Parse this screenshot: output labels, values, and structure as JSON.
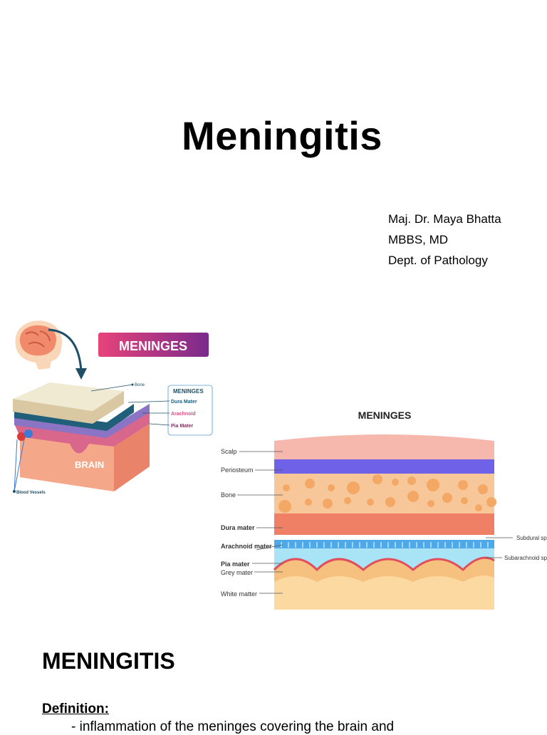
{
  "slide": {
    "title": "Meningitis",
    "author": {
      "name": "Maj. Dr. Maya Bhatta",
      "degrees": "MBBS, MD",
      "department": "Dept. of Pathology"
    },
    "section_heading": "MENINGITIS",
    "definition_label": "Definition:",
    "definition_text": "- inflammation of the meninges covering the brain and"
  },
  "left_diagram": {
    "banner": "MENINGES",
    "labels": {
      "bone": "Bone",
      "meninges": "MENINGES",
      "dura": "Dura Mater",
      "arachnoid": "Arachnoid",
      "pia": "Pia Mater",
      "brain": "BRAIN",
      "vessels": "Blood Vessels"
    },
    "colors": {
      "banner_start": "#e8437a",
      "banner_end": "#7a2a8c",
      "dura": "#1f5f7a",
      "arachnoid": "#d94f86",
      "pia": "#9c1f6a",
      "brain": "#f4a68c"
    }
  },
  "right_diagram": {
    "title": "MENINGES",
    "left_labels": {
      "scalp": "Scalp",
      "periosteum": "Periosteum",
      "bone": "Bone",
      "dura": "Dura mater",
      "arachnoid": "Arachnoid mater",
      "pia": "Pia mater",
      "grey": "Grey mater",
      "white": "White matter"
    },
    "right_labels": {
      "subdural": "Subdural space",
      "subarachnoid": "Subarachnoid space"
    },
    "colors": {
      "scalp": "#f6b7ac",
      "periosteum": "#6f62e8",
      "bone": "#f7c79a",
      "bone_spot": "#f4a865",
      "dura": "#ef8066",
      "arachnoid": "#4da9e8",
      "subarachnoid": "#a8e4f5",
      "pia": "#e24e5c",
      "grey": "#f6c07e",
      "white": "#fbd9a0"
    }
  }
}
